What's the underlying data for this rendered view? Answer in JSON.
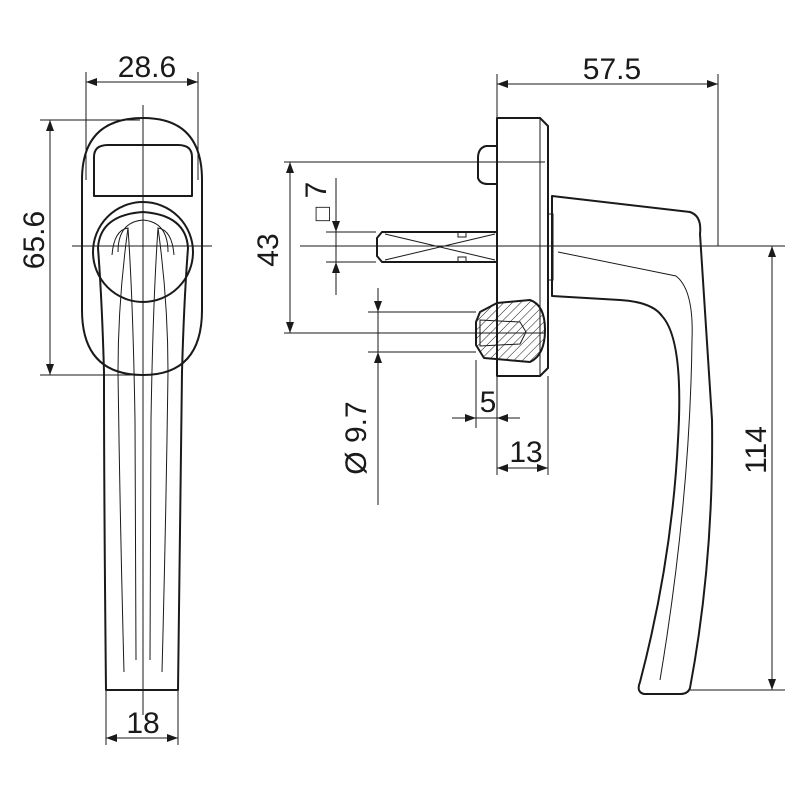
{
  "dimensions": {
    "body_width": "28.6",
    "body_height": "65.6",
    "grip_width": "18",
    "total_depth": "57.5",
    "spindle_square": "7",
    "spindle_offset": "43",
    "screw_diameter": "Ø 9.7",
    "screw_offset": "5",
    "base_depth": "13",
    "lever_length": "114"
  },
  "symbols": {
    "square_symbol": "□"
  },
  "colors": {
    "line": "#1a1a1a",
    "background": "#ffffff"
  }
}
